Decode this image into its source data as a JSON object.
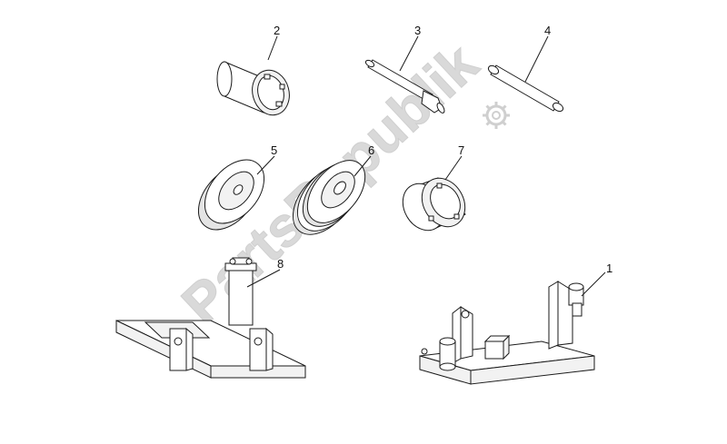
{
  "watermark": {
    "text": "PartsRepublik",
    "color": "#d6d6d6"
  },
  "callouts": [
    {
      "id": "callout-1",
      "label": "1"
    },
    {
      "id": "callout-2",
      "label": "2"
    },
    {
      "id": "callout-3",
      "label": "3"
    },
    {
      "id": "callout-4",
      "label": "4"
    },
    {
      "id": "callout-5",
      "label": "5"
    },
    {
      "id": "callout-6",
      "label": "6"
    },
    {
      "id": "callout-7",
      "label": "7"
    },
    {
      "id": "callout-8",
      "label": "8"
    }
  ],
  "colors": {
    "line": "#1a1a1a",
    "background": "#ffffff"
  }
}
